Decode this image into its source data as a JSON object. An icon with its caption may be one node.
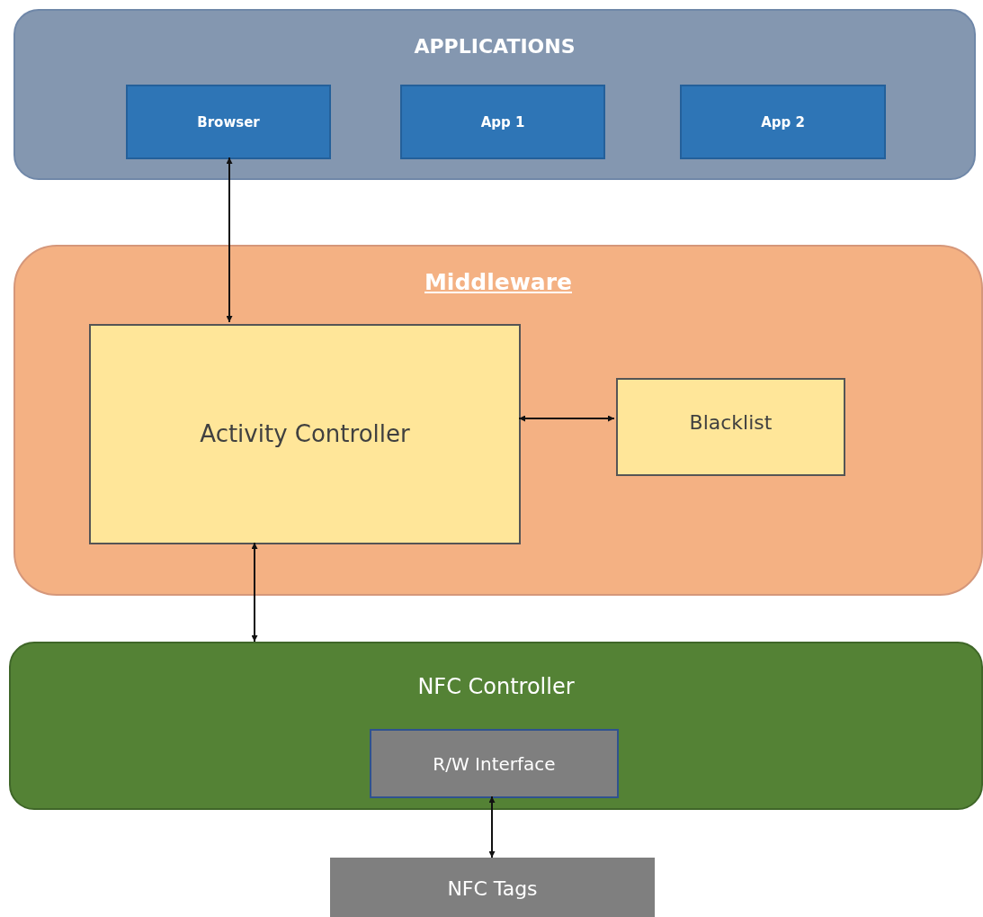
{
  "diagram": {
    "nodes": [
      {
        "text": [
          "APPLICATIONS"
        ]
      },
      {
        "text": [
          "Browser"
        ],
        "in": 0
      },
      {
        "text": [
          "App 1"
        ],
        "in": 0
      },
      {
        "text": [
          "App 2"
        ],
        "in": 0
      },
      {
        "text": [
          "Middleware"
        ]
      },
      {
        "text": [
          "Activity Controller"
        ],
        "in": 4
      },
      {
        "text": [
          "Blacklist"
        ],
        "in": 4
      },
      {
        "text": [
          "NFC Controller"
        ]
      },
      {
        "text": [
          "R/W Interface"
        ],
        "in": 7
      },
      {
        "text": [
          "NFC Tags"
        ]
      }
    ],
    "edges": [
      {
        "from": 1,
        "to": 5,
        "arrow": "both"
      },
      {
        "from": 5,
        "to": 6,
        "arrow": "both"
      },
      {
        "from": 5,
        "to": 7,
        "arrow": "both"
      },
      {
        "from": 8,
        "to": 9,
        "arrow": "both"
      }
    ]
  }
}
